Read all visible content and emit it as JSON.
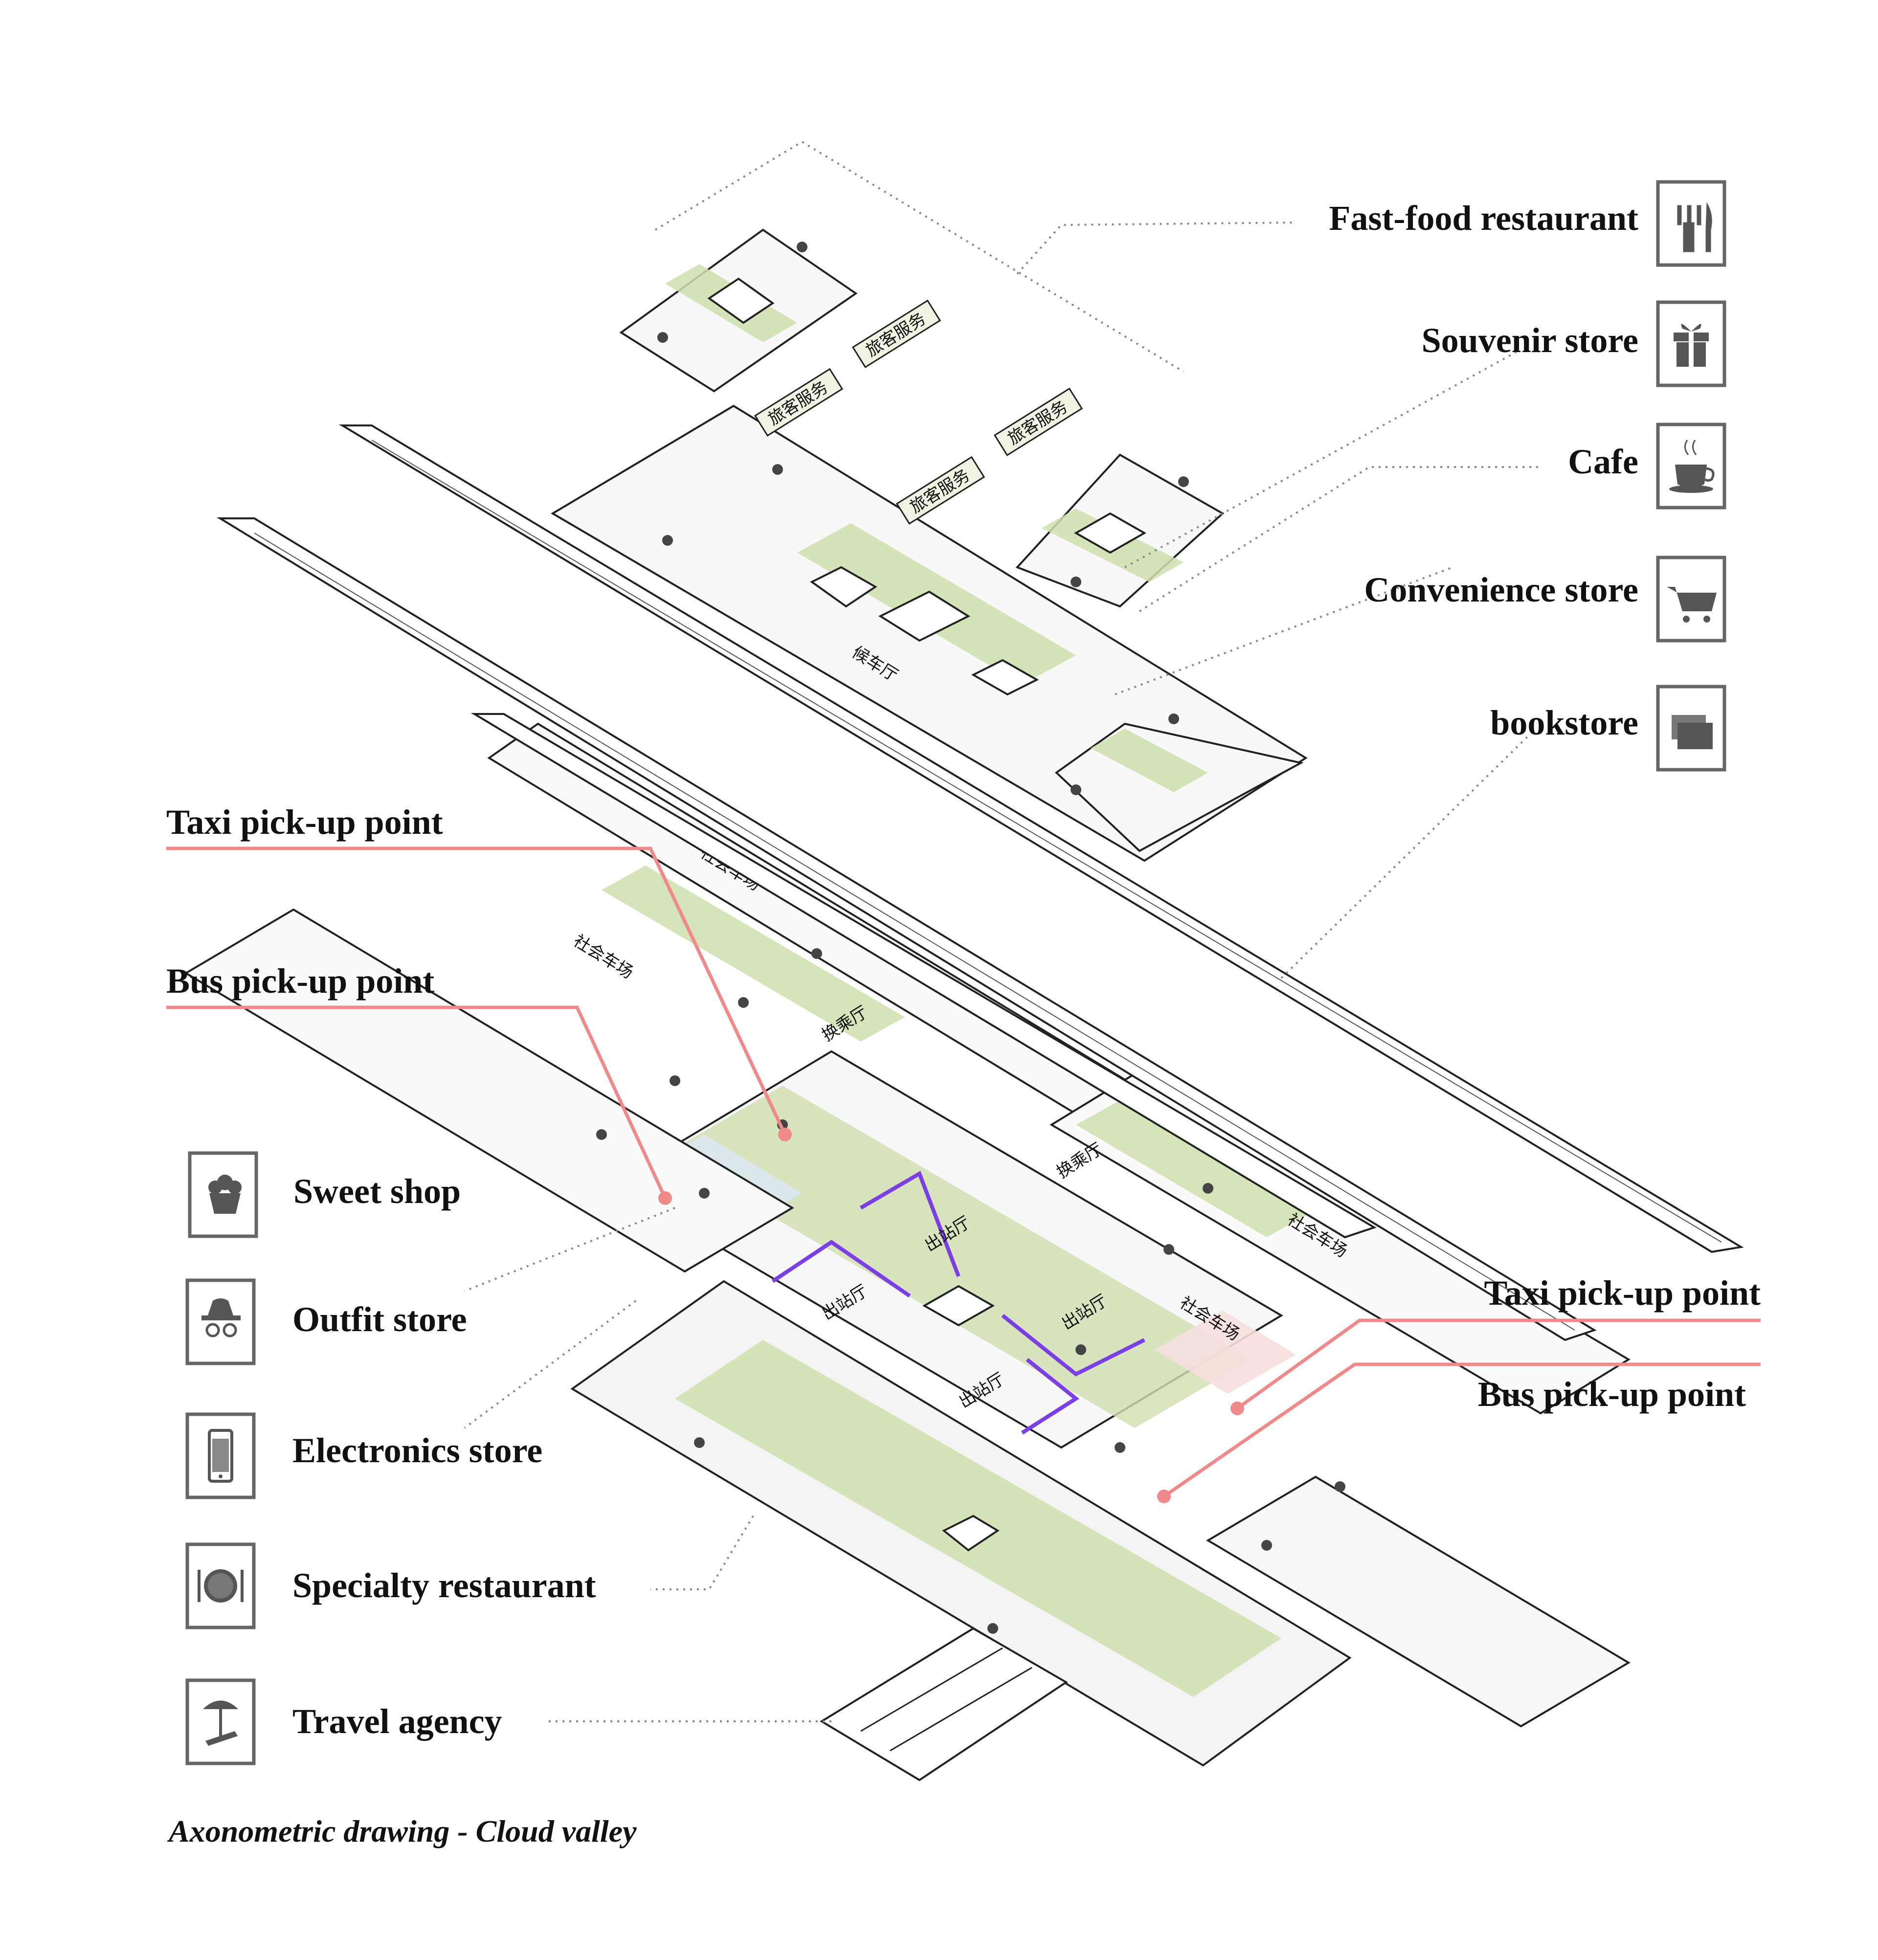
{
  "caption": "Axonometric drawing - Cloud valley",
  "right_legend": [
    {
      "label": "Fast-food restaurant",
      "icon": "fork-knife-icon"
    },
    {
      "label": "Souvenir store",
      "icon": "gift-icon"
    },
    {
      "label": "Cafe",
      "icon": "coffee-cup-icon"
    },
    {
      "label": "Convenience store",
      "icon": "shopping-cart-icon"
    },
    {
      "label": "bookstore",
      "icon": "books-icon"
    }
  ],
  "left_legend": [
    {
      "label": "Sweet shop",
      "icon": "cupcake-icon"
    },
    {
      "label": "Outfit store",
      "icon": "hat-glasses-icon"
    },
    {
      "label": "Electronics store",
      "icon": "smartphone-icon"
    },
    {
      "label": "Specialty restaurant",
      "icon": "plate-icon"
    },
    {
      "label": "Travel agency",
      "icon": "beach-umbrella-icon"
    }
  ],
  "pickup": {
    "taxi_left": "Taxi pick-up point",
    "bus_left": "Bus pick-up point",
    "taxi_right": "Taxi pick-up point",
    "bus_right": "Bus pick-up point"
  },
  "chinese_labels": {
    "service_1": "旅客服务",
    "service_2": "旅客服务",
    "service_3": "旅客服务",
    "service_4": "旅客服务",
    "waiting_hall": "候车厅",
    "parking_1": "社会车场",
    "parking_2": "社会车场",
    "parking_3": "社会车场",
    "parking_4": "社会车场",
    "transfer_1": "换乘厅",
    "transfer_2": "换乘厅",
    "exit_1": "出站厅",
    "exit_2": "出站厅",
    "exit_3": "出站厅",
    "exit_4": "出站厅"
  },
  "colors": {
    "green_zone": "#cfdfae",
    "pink_line": "#f08a8a",
    "purple_arrow": "#7b3fe4",
    "line": "#222222",
    "dotted": "#888888"
  }
}
